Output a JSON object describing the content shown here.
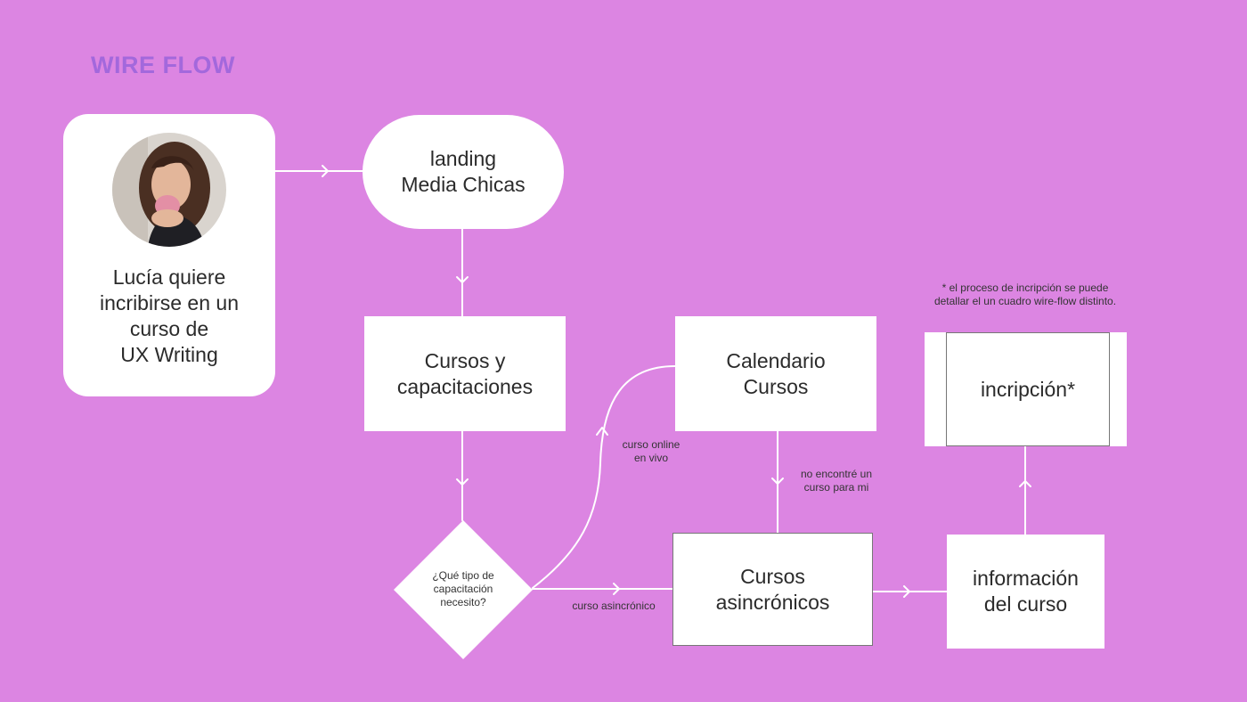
{
  "title": "WIRE FLOW",
  "colors": {
    "background": "#dc85e2",
    "title": "#a368dc",
    "node": "#ffffff",
    "line": "#ffffff",
    "inner_border": "#777777"
  },
  "persona": {
    "text": "Lucía quiere\nincribirse en un\ncurso de\nUX Writing"
  },
  "nodes": {
    "landing": "landing\nMedia Chicas",
    "cursos_capacitaciones": "Cursos y\ncapacitaciones",
    "calendario": "Calendario\nCursos",
    "inscripcion": "incripción*",
    "decision": "¿Qué tipo de\ncapacitación\nnecesito?",
    "asincronicos": "Cursos\nasincrónicos",
    "informacion": "información\ndel curso"
  },
  "labels": {
    "online": "curso online\nen vivo",
    "no_encontre": "no encontré un\ncurso para mi",
    "asincronico": "curso asincrónico",
    "note": "* el proceso de incripción se puede\ndetallar el un cuadro wire-flow distinto."
  }
}
